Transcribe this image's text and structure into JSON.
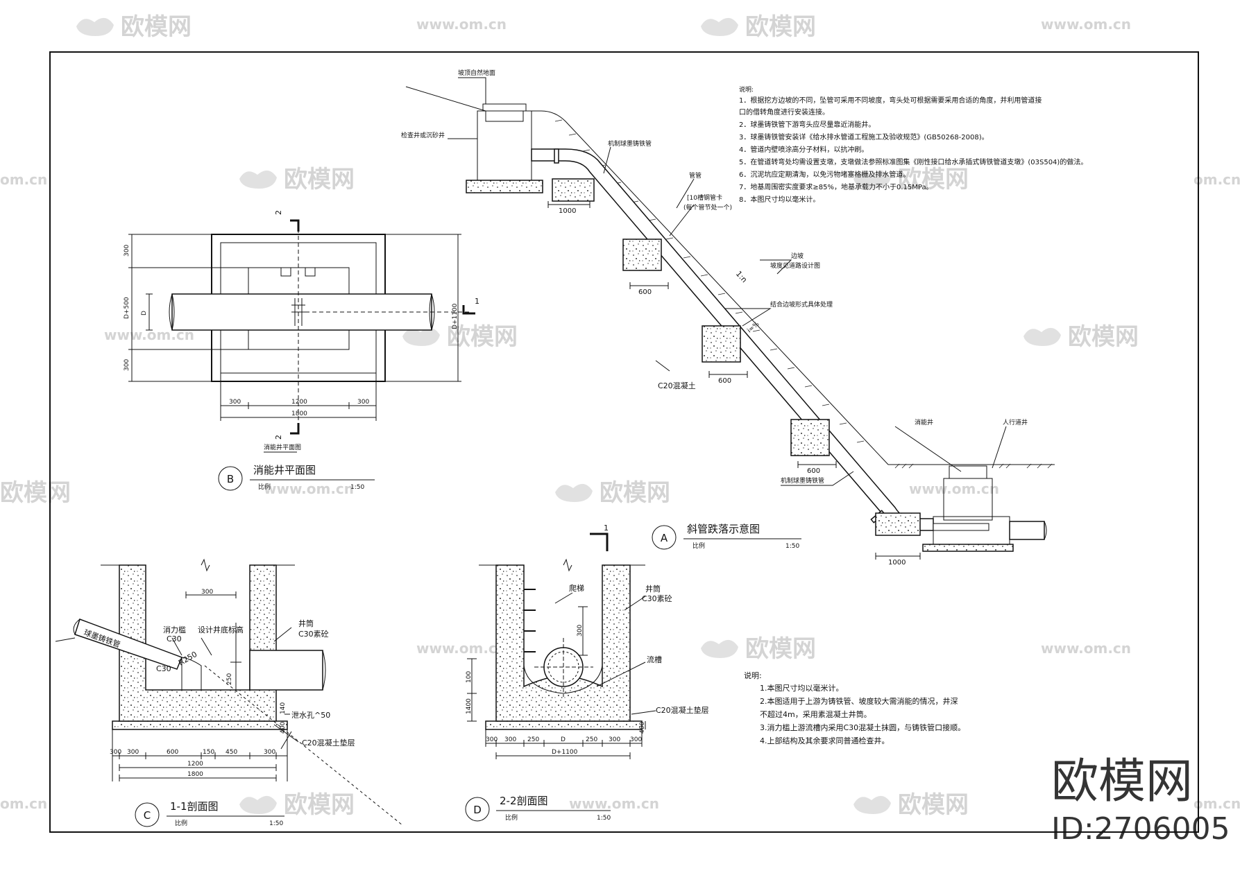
{
  "watermark": {
    "brand": "欧模网",
    "url": "www.om.cn",
    "url_short": "om.cn",
    "id_text": "ID:2706005"
  },
  "view_a": {
    "marker": "A",
    "title": "斜管跌落示意图",
    "scale_label": "比例",
    "scale": "1:50",
    "labels": {
      "ground_top": "坡顶自然地面",
      "inspection_well": "检查井或沉砂井",
      "ductile_pipe_top": "机制球墨铸铁管",
      "pipe": "管管",
      "bracket": "[10槽钢管卡",
      "bracket_sub": "(每个管节处一个)",
      "slope": "边坡",
      "slope_note": "坡度见道路设计图",
      "slope_form": "结合边坡形式具体处理",
      "c20": "C20混凝土",
      "dissipation_well": "消能井",
      "manhole": "人行道井",
      "ductile_pipe_bottom": "机制球墨铸铁管",
      "gradient": "1:n",
      "i_label": "i=%"
    },
    "dims": [
      "1000",
      "600",
      "600",
      "600",
      "1000"
    ]
  },
  "view_b": {
    "marker": "B",
    "title": "消能井平面图",
    "scale_label": "比例",
    "scale": "1:50",
    "sub_label": "消能井平面图",
    "section_marks": [
      "2",
      "2",
      "1"
    ],
    "dims": {
      "left_top": "300",
      "left_mid": "D+500",
      "left_bot": "300",
      "d": "D",
      "right": "D+1100",
      "bot_left": "300",
      "bot_mid": "1200",
      "bot_right": "300",
      "bot_total": "1800"
    }
  },
  "view_c": {
    "marker": "C",
    "title": "1-1剖面图",
    "scale_label": "比例",
    "scale": "1:50",
    "labels": {
      "sill": "消力槛",
      "c30_a": "C30",
      "c30_b": "C30",
      "r": "R250",
      "design": "设计井底标高",
      "shaft": "井筒",
      "shaft_mat": "C30素砼",
      "pipe": "球墨铸铁管",
      "drain": "泄水孔^50",
      "cushion": "C20混凝土垫层"
    },
    "dims": {
      "top": "300",
      "v250": "250",
      "v140": "140",
      "v400": "400",
      "b1": [
        "300",
        "300",
        "600",
        "150",
        "450"
      ],
      "b2": "1200",
      "b3": "1800",
      "b_left": "300"
    }
  },
  "view_d": {
    "marker": "D",
    "title": "2-2剖面图",
    "scale_label": "比例",
    "scale": "1:50",
    "section_mark": "1",
    "labels": {
      "ladder": "爬梯",
      "shaft": "井筒",
      "shaft_mat": "C30素砼",
      "channel": "流槽",
      "cushion": "C20混凝土垫层"
    },
    "dims": {
      "v300": "300",
      "v100": "100",
      "v1400": "1400",
      "v400": "400",
      "b1": [
        "300",
        "300",
        "250",
        "D",
        "250",
        "300",
        "300"
      ],
      "b2": "D+1100"
    }
  },
  "notes_top": {
    "heading": "说明:",
    "items": [
      "1．根据挖方边坡的不同，坠管可采用不同坡度，弯头处可根据需要采用合适的角度，并利用管道接",
      "   口的借转角度进行安装连接。",
      "2．球墨铸铁管下游弯头应尽量靠近消能井。",
      "3．球墨铸铁管安装详《给水排水管道工程施工及验收规范》(GB50268-2008)。",
      "4．管道内壁喷涂高分子材料，以抗冲刷。",
      "5．在管道转弯处均需设置支墩，支墩做法参照标准图集《刚性接口给水承插式铸铁管道支墩》(03S504)的做法。",
      "6．沉泥坑应定期清淘，以免污物堵塞格栅及排水管道。",
      "7．地基周围密实度要求≥85%，地基承载力不小于0.15MPa。",
      "8．本图尺寸均以毫米计。"
    ]
  },
  "notes_bottom": {
    "heading": "说明:",
    "items": [
      "1.本图尺寸均以毫米计。",
      "2.本图适用于上游为铸铁管、坡度较大需消能的情况，井深",
      "  不超过4m，采用素混凝土井筒。",
      "3.消力槛上游流槽内采用C30混凝土抹圆，与铸铁管口接顺。",
      "4.上部结构及其余要求同普通检查井。"
    ]
  }
}
